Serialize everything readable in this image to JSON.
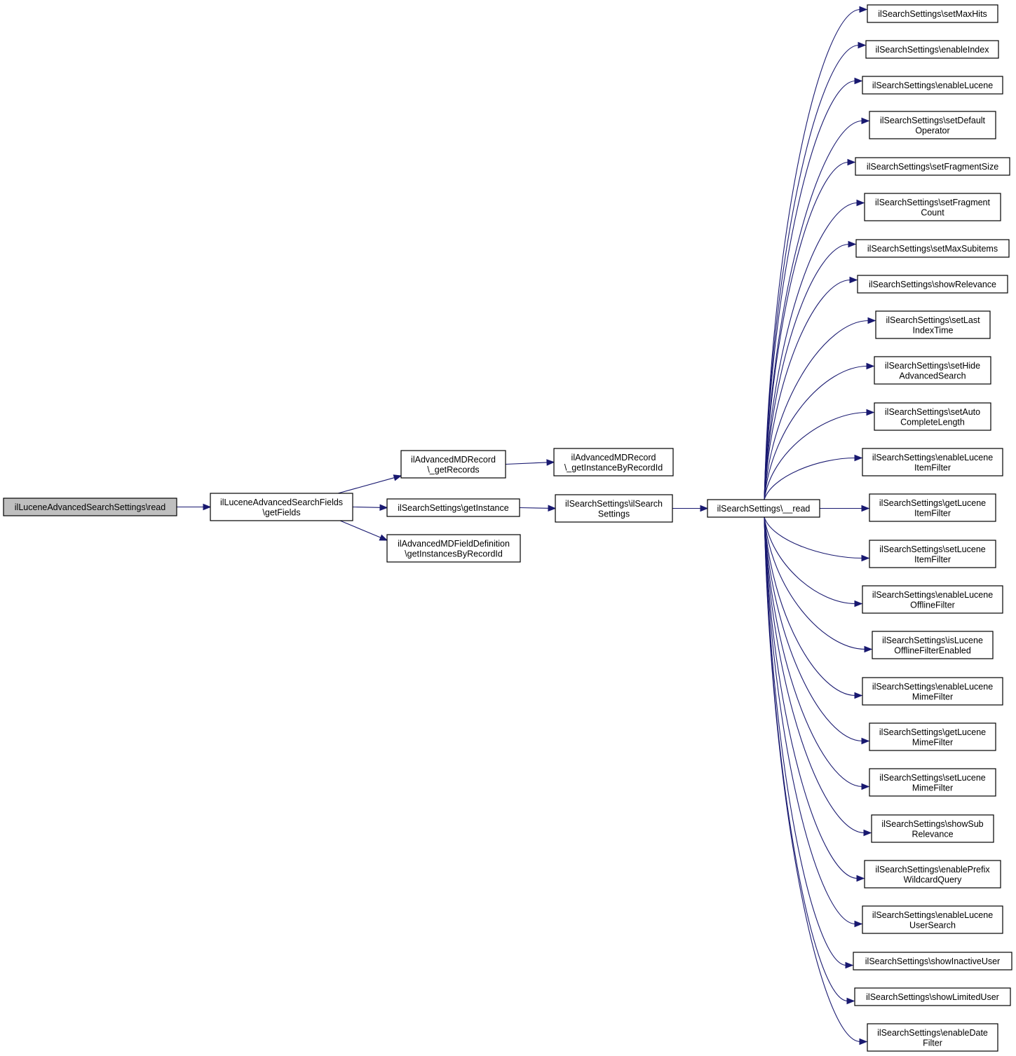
{
  "nodes": [
    {
      "id": "root",
      "lines": [
        "ilLuceneAdvancedSearchSettings\\read"
      ]
    },
    {
      "id": "getFields",
      "lines": [
        "ilLuceneAdvancedSearchFields",
        "\\getFields"
      ]
    },
    {
      "id": "getRecords",
      "lines": [
        "ilAdvancedMDRecord",
        "\\_getRecords"
      ]
    },
    {
      "id": "getInstanceSS",
      "lines": [
        "ilSearchSettings\\getInstance"
      ]
    },
    {
      "id": "getInstancesByRecordId",
      "lines": [
        "ilAdvancedMDFieldDefinition",
        "\\getInstancesByRecordId"
      ]
    },
    {
      "id": "getInstanceByRecordId",
      "lines": [
        "ilAdvancedMDRecord",
        "\\_getInstanceByRecordId"
      ]
    },
    {
      "id": "ctor",
      "lines": [
        "ilSearchSettings\\ilSearch",
        "Settings"
      ]
    },
    {
      "id": "read",
      "lines": [
        "ilSearchSettings\\__read"
      ]
    },
    {
      "id": "t0",
      "lines": [
        "ilSearchSettings\\setMaxHits"
      ]
    },
    {
      "id": "t1",
      "lines": [
        "ilSearchSettings\\enableIndex"
      ]
    },
    {
      "id": "t2",
      "lines": [
        "ilSearchSettings\\enableLucene"
      ]
    },
    {
      "id": "t3",
      "lines": [
        "ilSearchSettings\\setDefault",
        "Operator"
      ]
    },
    {
      "id": "t4",
      "lines": [
        "ilSearchSettings\\setFragmentSize"
      ]
    },
    {
      "id": "t5",
      "lines": [
        "ilSearchSettings\\setFragment",
        "Count"
      ]
    },
    {
      "id": "t6",
      "lines": [
        "ilSearchSettings\\setMaxSubitems"
      ]
    },
    {
      "id": "t7",
      "lines": [
        "ilSearchSettings\\showRelevance"
      ]
    },
    {
      "id": "t8",
      "lines": [
        "ilSearchSettings\\setLast",
        "IndexTime"
      ]
    },
    {
      "id": "t9",
      "lines": [
        "ilSearchSettings\\setHide",
        "AdvancedSearch"
      ]
    },
    {
      "id": "t10",
      "lines": [
        "ilSearchSettings\\setAuto",
        "CompleteLength"
      ]
    },
    {
      "id": "t11",
      "lines": [
        "ilSearchSettings\\enableLucene",
        "ItemFilter"
      ]
    },
    {
      "id": "t12",
      "lines": [
        "ilSearchSettings\\getLucene",
        "ItemFilter"
      ]
    },
    {
      "id": "t13",
      "lines": [
        "ilSearchSettings\\setLucene",
        "ItemFilter"
      ]
    },
    {
      "id": "t14",
      "lines": [
        "ilSearchSettings\\enableLucene",
        "OfflineFilter"
      ]
    },
    {
      "id": "t15",
      "lines": [
        "ilSearchSettings\\isLucene",
        "OfflineFilterEnabled"
      ]
    },
    {
      "id": "t16",
      "lines": [
        "ilSearchSettings\\enableLucene",
        "MimeFilter"
      ]
    },
    {
      "id": "t17",
      "lines": [
        "ilSearchSettings\\getLucene",
        "MimeFilter"
      ]
    },
    {
      "id": "t18",
      "lines": [
        "ilSearchSettings\\setLucene",
        "MimeFilter"
      ]
    },
    {
      "id": "t19",
      "lines": [
        "ilSearchSettings\\showSub",
        "Relevance"
      ]
    },
    {
      "id": "t20",
      "lines": [
        "ilSearchSettings\\enablePrefix",
        "WildcardQuery"
      ]
    },
    {
      "id": "t21",
      "lines": [
        "ilSearchSettings\\enableLucene",
        "UserSearch"
      ]
    },
    {
      "id": "t22",
      "lines": [
        "ilSearchSettings\\showInactiveUser"
      ]
    },
    {
      "id": "t23",
      "lines": [
        "ilSearchSettings\\showLimitedUser"
      ]
    },
    {
      "id": "t24",
      "lines": [
        "ilSearchSettings\\enableDate",
        "Filter"
      ]
    }
  ],
  "edges": [
    [
      "root",
      "getFields"
    ],
    [
      "getFields",
      "getRecords"
    ],
    [
      "getFields",
      "getInstanceSS"
    ],
    [
      "getFields",
      "getInstancesByRecordId"
    ],
    [
      "getRecords",
      "getInstanceByRecordId"
    ],
    [
      "getInstanceSS",
      "ctor"
    ],
    [
      "ctor",
      "read"
    ],
    [
      "read",
      "t0"
    ],
    [
      "read",
      "t1"
    ],
    [
      "read",
      "t2"
    ],
    [
      "read",
      "t3"
    ],
    [
      "read",
      "t4"
    ],
    [
      "read",
      "t5"
    ],
    [
      "read",
      "t6"
    ],
    [
      "read",
      "t7"
    ],
    [
      "read",
      "t8"
    ],
    [
      "read",
      "t9"
    ],
    [
      "read",
      "t10"
    ],
    [
      "read",
      "t11"
    ],
    [
      "read",
      "t12"
    ],
    [
      "read",
      "t13"
    ],
    [
      "read",
      "t14"
    ],
    [
      "read",
      "t15"
    ],
    [
      "read",
      "t16"
    ],
    [
      "read",
      "t17"
    ],
    [
      "read",
      "t18"
    ],
    [
      "read",
      "t19"
    ],
    [
      "read",
      "t20"
    ],
    [
      "read",
      "t21"
    ],
    [
      "read",
      "t22"
    ],
    [
      "read",
      "t23"
    ],
    [
      "read",
      "t24"
    ]
  ],
  "colors": {
    "edge": "#191970",
    "root_fill": "#bfbfbf",
    "node_fill": "#ffffff",
    "node_border": "#000000"
  }
}
